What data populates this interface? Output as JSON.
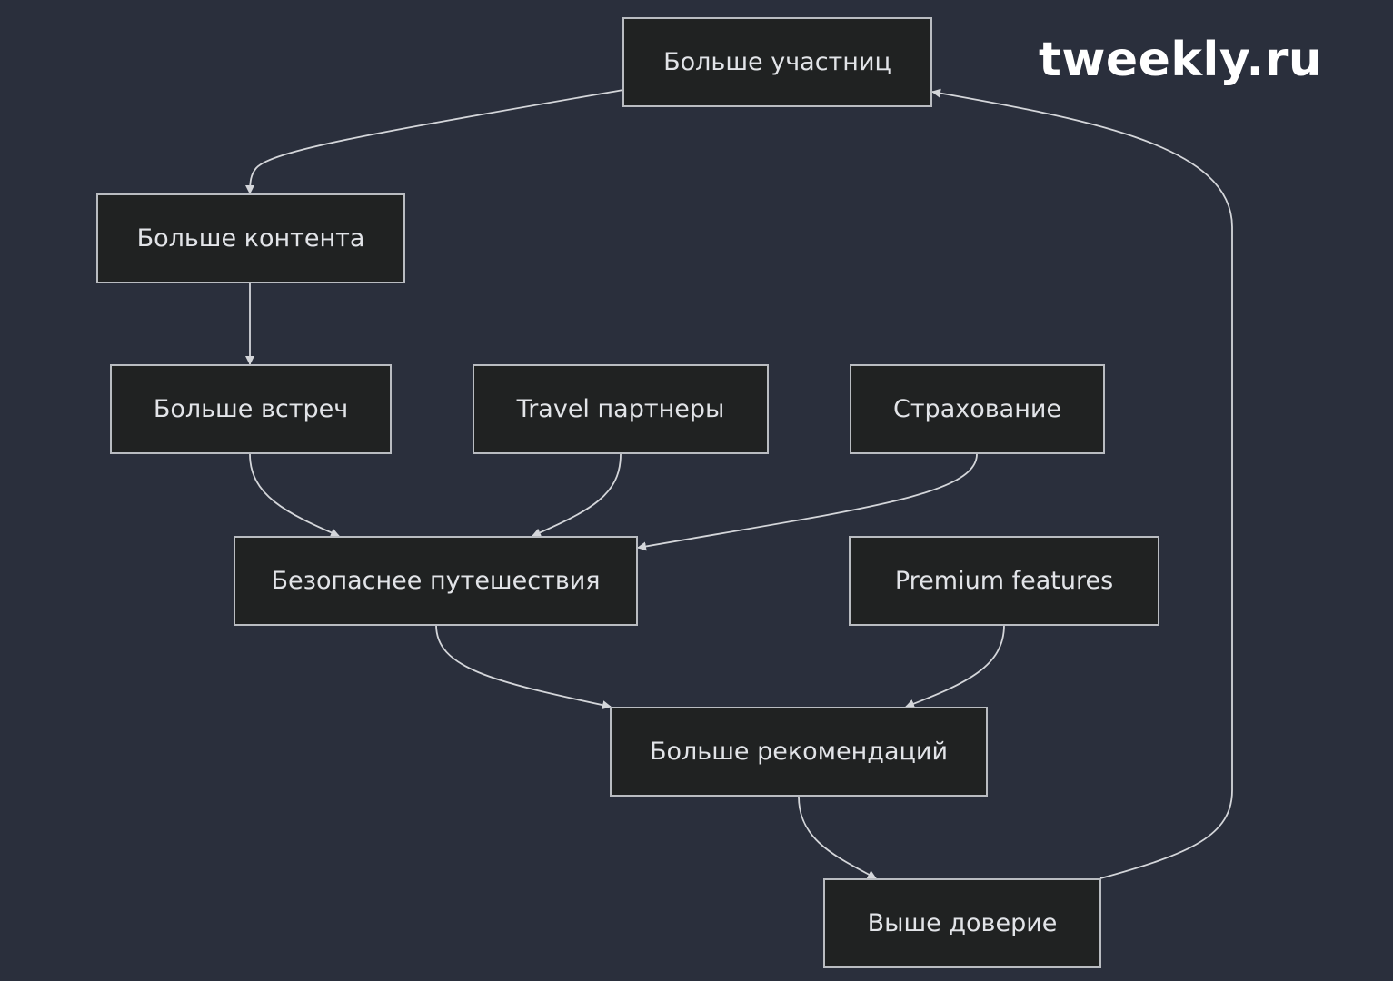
{
  "brand": "tweekly.ru",
  "colors": {
    "background": "#2a2f3c",
    "node_fill": "#202222",
    "node_border": "#b9bcc1",
    "node_text": "#e2e4e8",
    "edge": "#d4d6da",
    "brand_text": "#ffffff"
  },
  "nodes": {
    "more_participants": "Больше участниц",
    "more_content": "Больше контента",
    "more_meetings": "Больше встреч",
    "travel_partners": "Travel партнеры",
    "insurance": "Страхование",
    "safer_travel": "Безопаснее путешествия",
    "premium_features": "Premium features",
    "more_recommendations": "Больше рекомендаций",
    "higher_trust": "Выше доверие"
  },
  "edges": [
    {
      "from": "more_participants",
      "to": "more_content"
    },
    {
      "from": "more_content",
      "to": "more_meetings"
    },
    {
      "from": "more_meetings",
      "to": "safer_travel"
    },
    {
      "from": "travel_partners",
      "to": "safer_travel"
    },
    {
      "from": "insurance",
      "to": "safer_travel"
    },
    {
      "from": "safer_travel",
      "to": "more_recommendations"
    },
    {
      "from": "premium_features",
      "to": "more_recommendations"
    },
    {
      "from": "more_recommendations",
      "to": "higher_trust"
    },
    {
      "from": "higher_trust",
      "to": "more_participants"
    }
  ]
}
